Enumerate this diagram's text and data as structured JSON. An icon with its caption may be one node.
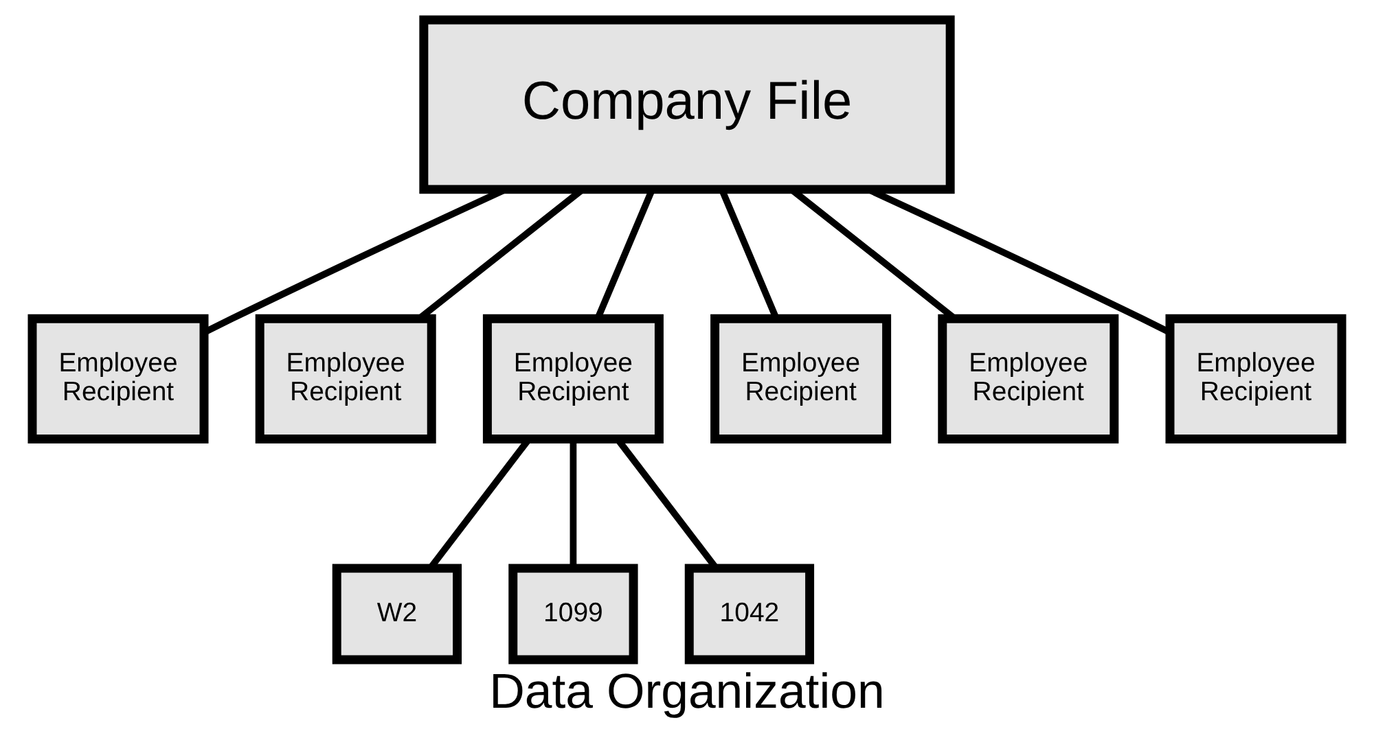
{
  "diagram": {
    "caption": "Data Organization",
    "nodes": [
      {
        "text": [
          "Company File"
        ]
      },
      {
        "text": [
          "Employee Recipient"
        ]
      },
      {
        "text": [
          "Employee Recipient"
        ]
      },
      {
        "text": [
          "Employee Recipient"
        ]
      },
      {
        "text": [
          "Employee Recipient"
        ]
      },
      {
        "text": [
          "Employee Recipient"
        ]
      },
      {
        "text": [
          "Employee Recipient"
        ]
      },
      {
        "text": [
          "W2"
        ]
      },
      {
        "text": [
          "1099"
        ]
      },
      {
        "text": [
          "1042"
        ]
      }
    ],
    "edges": [
      {
        "from": 0,
        "to": 1,
        "arrow": "none"
      },
      {
        "from": 0,
        "to": 2,
        "arrow": "none"
      },
      {
        "from": 0,
        "to": 3,
        "arrow": "none"
      },
      {
        "from": 0,
        "to": 4,
        "arrow": "none"
      },
      {
        "from": 0,
        "to": 5,
        "arrow": "none"
      },
      {
        "from": 0,
        "to": 6,
        "arrow": "none"
      },
      {
        "from": 3,
        "to": 7,
        "arrow": "none"
      },
      {
        "from": 3,
        "to": 8,
        "arrow": "none"
      },
      {
        "from": 3,
        "to": 9,
        "arrow": "none"
      }
    ]
  }
}
